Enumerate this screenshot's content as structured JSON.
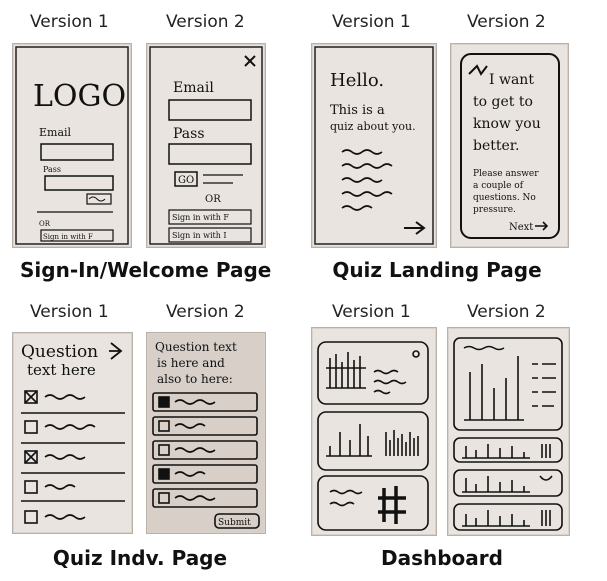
{
  "sections": [
    {
      "title": "Sign-In/Welcome Page",
      "v1": {
        "label": "Version 1",
        "logo": "LOGO",
        "email": "Email",
        "pass": "Pass",
        "or": "OR",
        "signin": "Sign in with F"
      },
      "v2": {
        "label": "Version 2",
        "email": "Email",
        "pass": "Pass",
        "go": "GO",
        "or": "OR",
        "signin_f": "Sign in with F",
        "signin_i": "Sign in with I"
      }
    },
    {
      "title": "Quiz Landing Page",
      "v1": {
        "label": "Version 1",
        "hello": "Hello.",
        "line1": "This is a",
        "line2": "quiz about you."
      },
      "v2": {
        "label": "Version 2",
        "l1": "I want",
        "l2": "to get to",
        "l3": "know you",
        "l4": "better.",
        "p1": "Please answer",
        "p2": "a couple of",
        "p3": "questions. No",
        "p4": "pressure.",
        "next": "Next"
      }
    },
    {
      "title": "Quiz Indv. Page",
      "v1": {
        "label": "Version 1",
        "q1": "Question",
        "q2": "text here"
      },
      "v2": {
        "label": "Version 2",
        "q1": "Question text",
        "q2": "is here and",
        "q3": "also to here:",
        "submit": "Submit"
      }
    },
    {
      "title": "Dashboard",
      "v1": {
        "label": "Version 1"
      },
      "v2": {
        "label": "Version 2"
      }
    }
  ]
}
